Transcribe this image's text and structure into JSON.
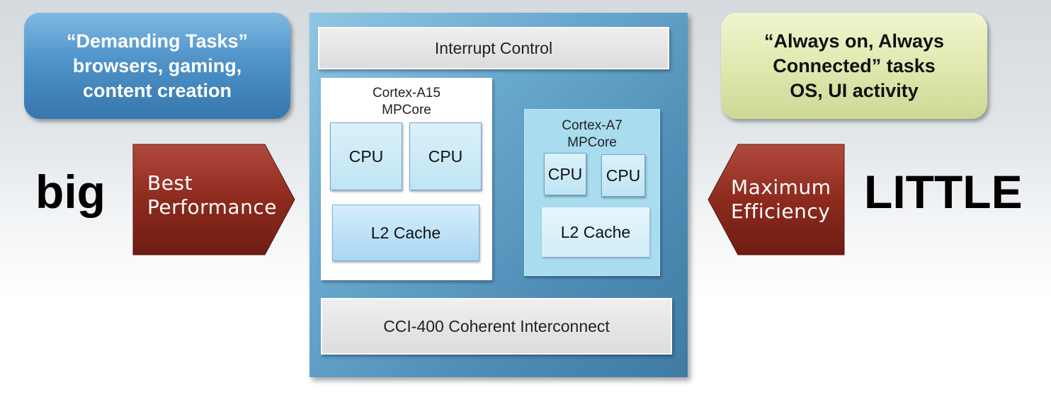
{
  "big_side": {
    "label": "big",
    "tasks": [
      "“Demanding Tasks”",
      "browsers,  gaming,",
      "content creation"
    ],
    "arrow": [
      "Best",
      "Performance"
    ],
    "color": "#8e2a1e"
  },
  "little_side": {
    "label": "LITTLE",
    "tasks": [
      "“Always on, Always",
      "Connected” tasks",
      "OS, UI activity"
    ],
    "arrow": [
      "Maximum",
      "Efficiency"
    ],
    "color": "#8e2a1e"
  },
  "soc": {
    "interrupt": "Interrupt Control",
    "a15": {
      "title": [
        "Cortex-A15",
        "MPCore"
      ],
      "cpus": [
        "CPU",
        "CPU"
      ],
      "l2": "L2 Cache"
    },
    "a7": {
      "title": [
        "Cortex-A7",
        "MPCore"
      ],
      "cpus": [
        "CPU",
        "CPU"
      ],
      "l2": "L2 Cache"
    },
    "interconnect": "CCI-400 Coherent Interconnect"
  }
}
